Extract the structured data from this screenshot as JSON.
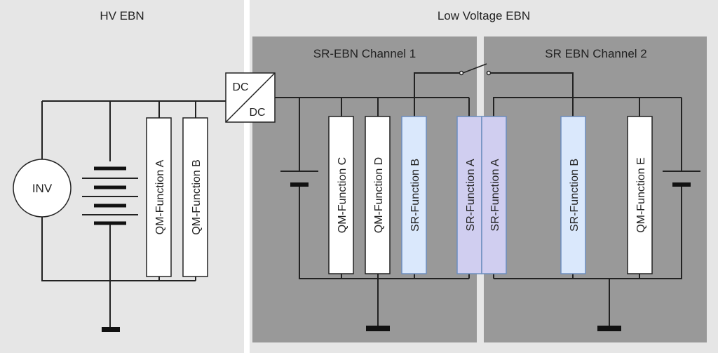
{
  "hv": {
    "title": "HV EBN",
    "inverter": "INV",
    "functions": [
      "QM-Function A",
      "QM-Function B"
    ]
  },
  "lv": {
    "title": "Low Voltage EBN"
  },
  "converter": {
    "top": "DC",
    "bottom": "DC"
  },
  "channel1": {
    "title": "SR-EBN Channel 1",
    "functions": [
      "QM-Function C",
      "QM-Function D",
      "SR-Function B",
      "SR-Function A"
    ]
  },
  "channel2": {
    "title": "SR EBN Channel 2",
    "functions": [
      "SR-Function A",
      "SR-Function B",
      "QM-Function E"
    ]
  },
  "colors": {
    "hv_bg": "#e6e6e6",
    "lv_bg": "#e6e6e6",
    "channel_bg": "#999999",
    "qm_fill": "#ffffff",
    "sr_b_fill": "#dae8fc",
    "sr_a_fill": "#d0cef0"
  }
}
